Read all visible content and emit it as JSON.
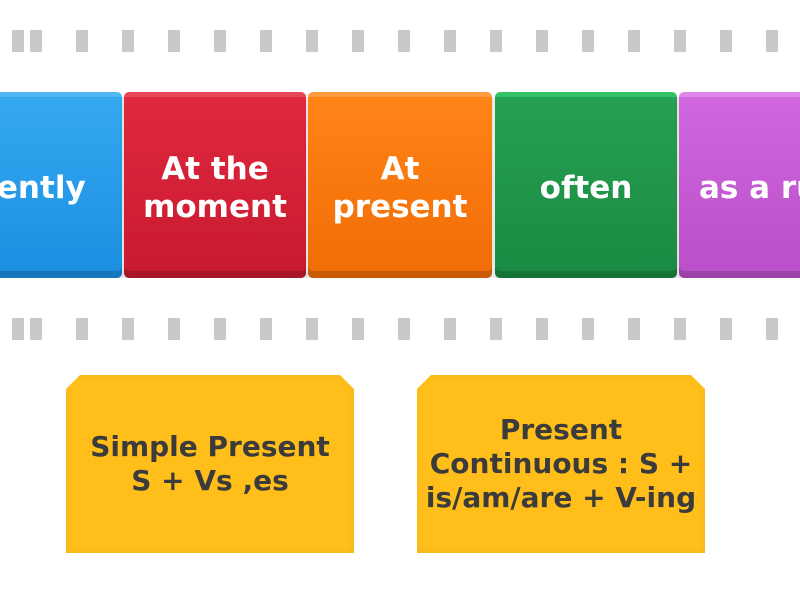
{
  "tiles": [
    {
      "lines": [
        "rrently"
      ],
      "color": "#1a8fe0"
    },
    {
      "lines": [
        "At the",
        "moment"
      ],
      "color": "#c81a2f"
    },
    {
      "lines": [
        "At",
        "present"
      ],
      "color": "#f06c05"
    },
    {
      "lines": [
        "often"
      ],
      "color": "#1a8a43"
    },
    {
      "lines": [
        "as a ru"
      ],
      "color": "#b94fc9"
    }
  ],
  "targets": [
    {
      "lines": [
        "Simple Present",
        "S + Vs ,es"
      ]
    },
    {
      "lines": [
        "Present",
        "Continuous : S +",
        "is/am/are + V-ing"
      ]
    }
  ],
  "colors": {
    "target_bg": "#ffbe1a",
    "target_text": "#3b3b3b",
    "dash": "#c9c9c9"
  }
}
